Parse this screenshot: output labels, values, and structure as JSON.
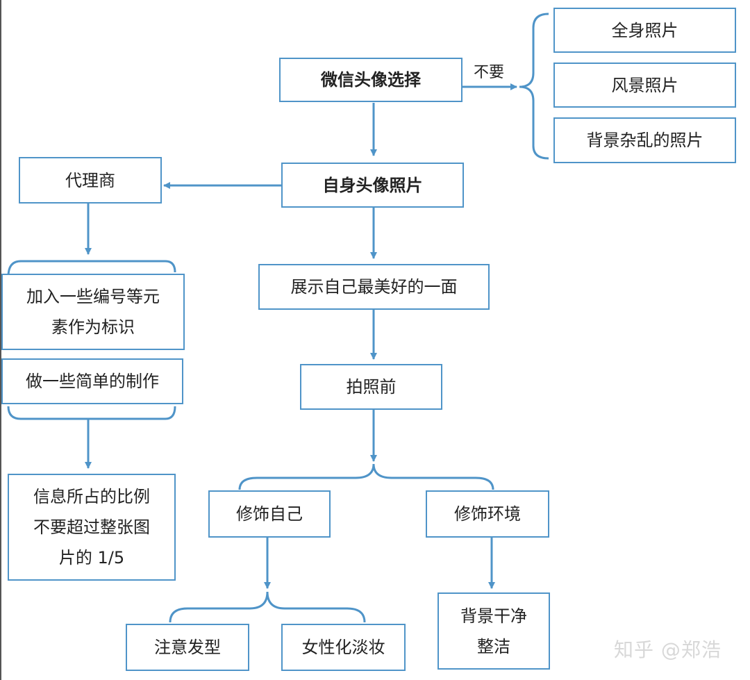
{
  "nodes": {
    "wechat_avatar_choice": "微信头像选择",
    "full_body_photo": "全身照片",
    "scenery_photo": "风景照片",
    "messy_background_photo": "背景杂乱的照片",
    "no_label": "不要",
    "own_avatar_photo": "自身头像照片",
    "agent": "代理商",
    "add_elements": [
      "加入一些编号等元",
      "素作为标识"
    ],
    "simple_edits": "做一些简单的制作",
    "info_ratio": [
      "信息所占的比例",
      "不要超过整张图",
      "片的 1/5"
    ],
    "show_best_side": "展示自己最美好的一面",
    "before_photo": "拍照前",
    "groom_self": "修饰自己",
    "groom_environment": "修饰环境",
    "hairstyle": "注意发型",
    "feminine_makeup": "女性化淡妆",
    "clean_background": [
      "背景干净",
      "整洁"
    ]
  },
  "watermark": "知乎 @郑浩",
  "colors": {
    "accent": "#4f94c8",
    "text": "#222222"
  }
}
